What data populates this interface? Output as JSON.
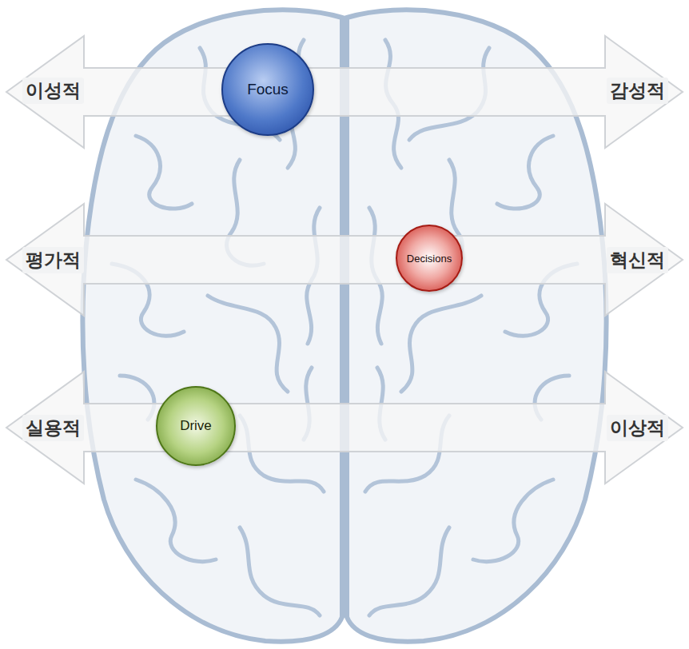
{
  "diagram": {
    "nodes": [
      {
        "text": [
          "Focus"
        ]
      },
      {
        "text": [
          "Decisions"
        ]
      },
      {
        "text": [
          "Drive"
        ]
      }
    ],
    "labels": [
      "이성적",
      "감성적",
      "평가적",
      "혁신적",
      "실용적",
      "이상적"
    ]
  }
}
